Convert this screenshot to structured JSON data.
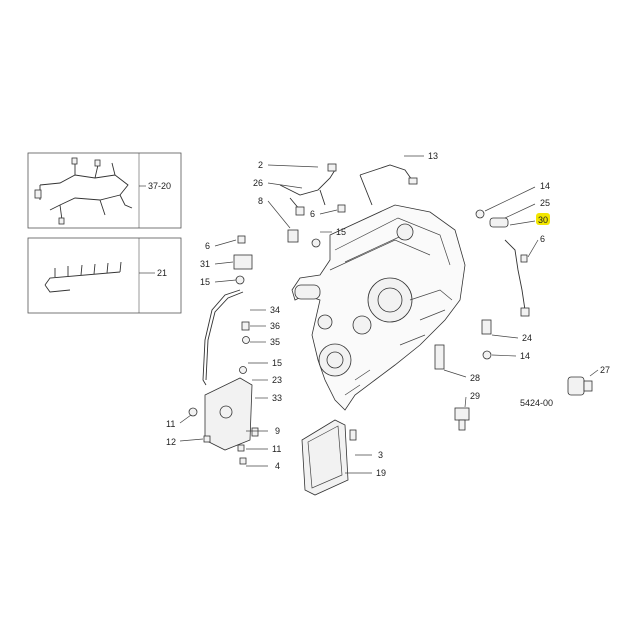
{
  "callouts": {
    "c2": "2",
    "c26": "26",
    "c8": "8",
    "c6a": "6",
    "c15a": "15",
    "c13": "13",
    "c14a": "14",
    "c25": "25",
    "c30": "30",
    "c6b": "6",
    "c6c": "6",
    "c31": "31",
    "c15b": "15",
    "c34": "34",
    "c36": "36",
    "c35": "35",
    "c15c": "15",
    "c23": "23",
    "c33": "33",
    "c11a": "11",
    "c12": "12",
    "c9": "9",
    "c11b": "11",
    "c4": "4",
    "c24": "24",
    "c14b": "14",
    "c28": "28",
    "c29": "29",
    "c27": "27",
    "c3": "3",
    "c19": "19",
    "c3720": "37-20",
    "c21": "21"
  },
  "highlight": {
    "callout": "30",
    "color": "#f2e600"
  },
  "drawing_code": "5424-00",
  "colors": {
    "line": "#333333",
    "highlight": "#f2e600"
  }
}
